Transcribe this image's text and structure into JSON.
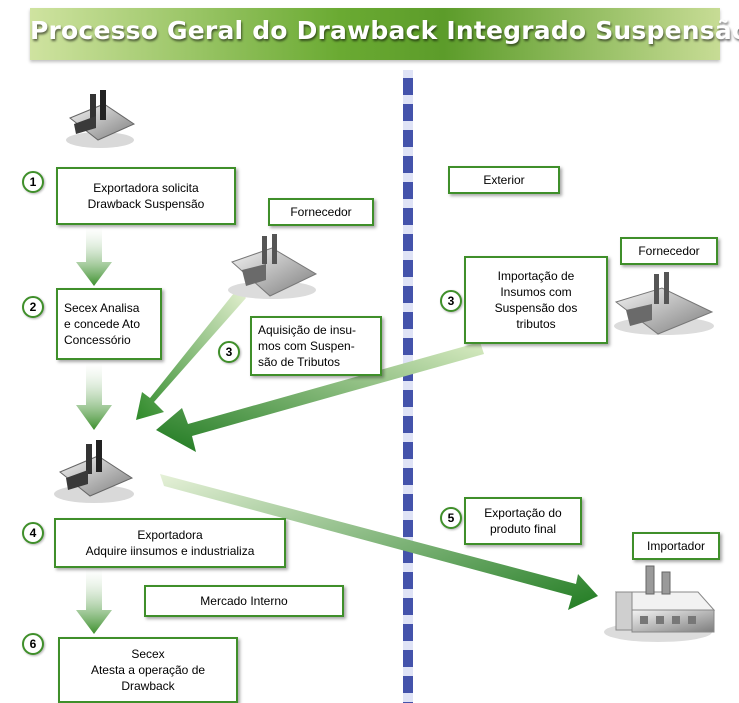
{
  "title": "Processo Geral do Drawback Integrado Suspensão",
  "steps": {
    "s1_num": "1",
    "s1_text": "Exportadora solicita\nDrawback Suspensão",
    "s2_num": "2",
    "s2_text": "Secex Analisa\ne concede Ato\nConcessório",
    "s3a_num": "3",
    "s3a_text": "Aquisição de insu-\nmos com Suspen-\nsão de Tributos",
    "s3b_num": "3",
    "s3b_text": "Importação de\nInsumos com\nSuspensão dos\ntributos",
    "s4_num": "4",
    "s4_text": "Exportadora\nAdquire iinsumos e industrializa",
    "s5_num": "5",
    "s5_text": "Exportação do\nproduto final",
    "s6_num": "6",
    "s6_text": "Secex\nAtesta a operação de\nDrawback"
  },
  "labels": {
    "fornecedor_domestic": "Fornecedor",
    "fornecedor_foreign": "Fornecedor",
    "exterior": "Exterior",
    "importador": "Importador",
    "mercado_interno": "Mercado Interno"
  },
  "icons": {
    "exporter_top": "factory-icon",
    "exporter_mid": "factory-icon",
    "fornecedor_domestic": "factory-icon",
    "fornecedor_foreign": "factory-icon",
    "importador": "factory-icon"
  },
  "colors": {
    "accent_green": "#3f8f2a",
    "divider_blue": "#2a3a9e"
  }
}
